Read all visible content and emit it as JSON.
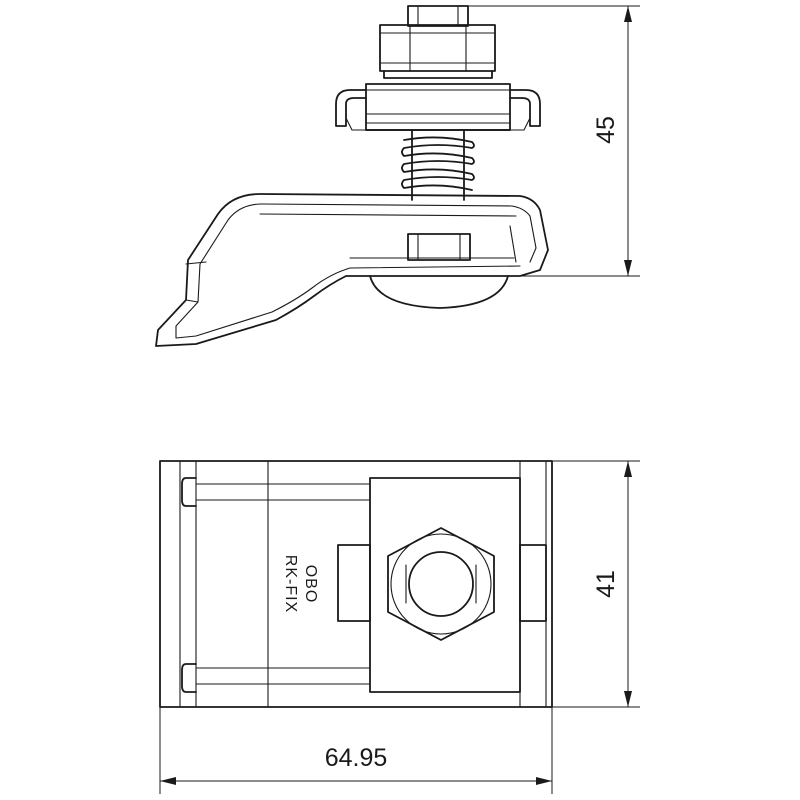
{
  "dimensions": {
    "height_side_view": "45",
    "height_top_view": "41",
    "width_top_view": "64.95"
  },
  "markings": {
    "brand": "OBO",
    "product": "RK-FIX"
  }
}
